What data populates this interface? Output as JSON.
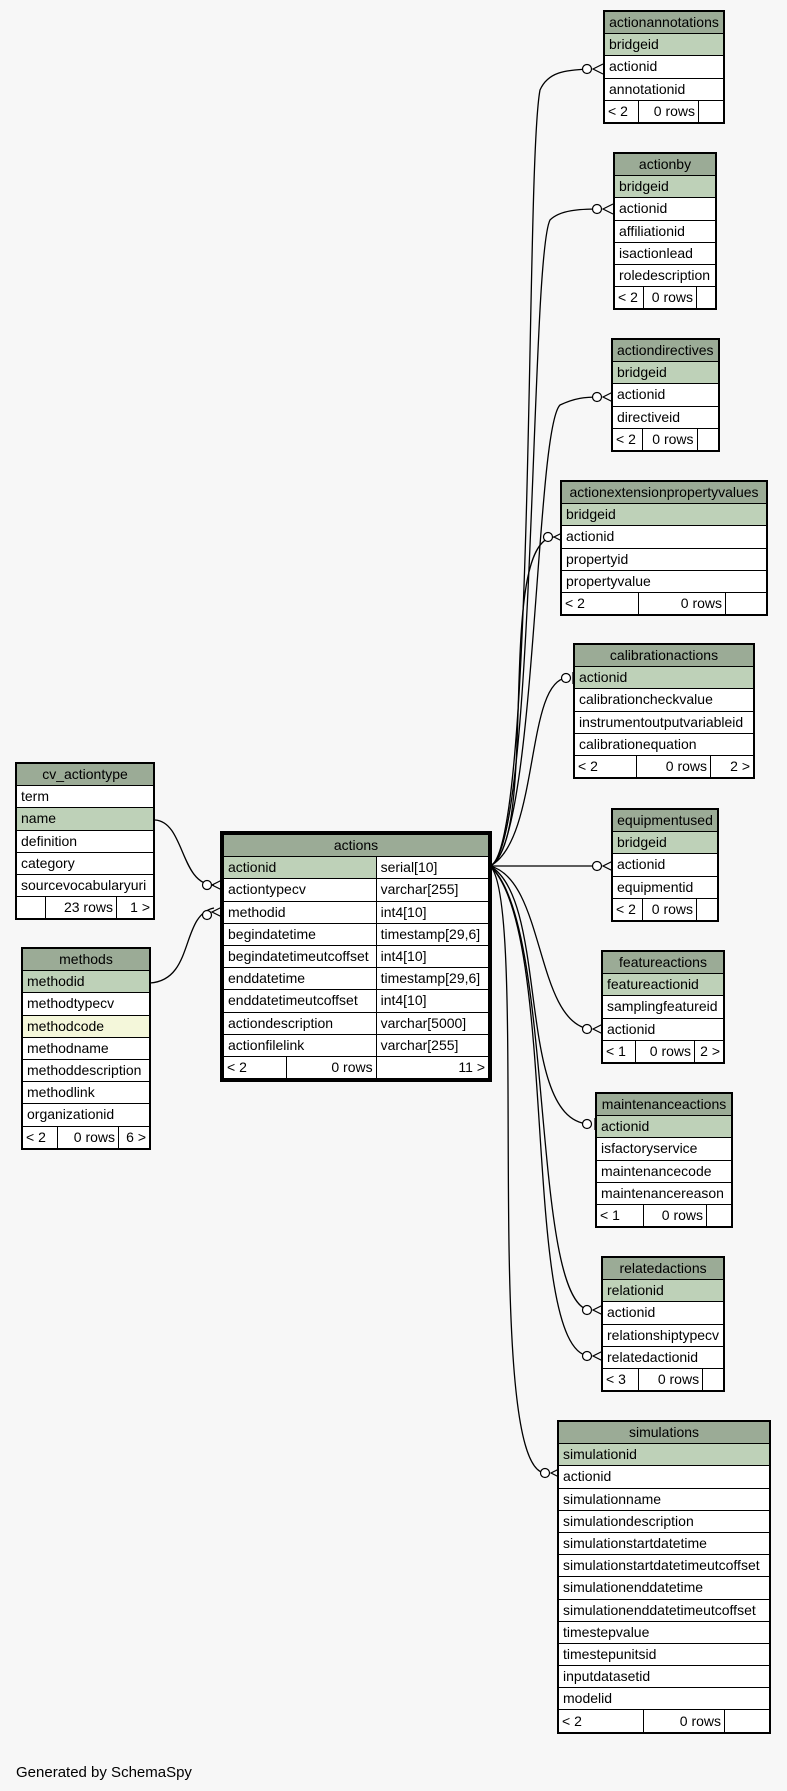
{
  "footer": "Generated by SchemaSpy",
  "tables": {
    "actionannotations": {
      "title": "actionannotations",
      "rows": [
        "bridgeid",
        "actionid",
        "annotationid"
      ],
      "foot": [
        "< 2",
        "0 rows",
        ""
      ]
    },
    "actionby": {
      "title": "actionby",
      "rows": [
        "bridgeid",
        "actionid",
        "affiliationid",
        "isactionlead",
        "roledescription"
      ],
      "foot": [
        "< 2",
        "0 rows",
        ""
      ]
    },
    "actiondirectives": {
      "title": "actiondirectives",
      "rows": [
        "bridgeid",
        "actionid",
        "directiveid"
      ],
      "foot": [
        "< 2",
        "0 rows",
        ""
      ]
    },
    "actionextensionpropertyvalues": {
      "title": "actionextensionpropertyvalues",
      "rows": [
        "bridgeid",
        "actionid",
        "propertyid",
        "propertyvalue"
      ],
      "foot": [
        "< 2",
        "0 rows",
        ""
      ]
    },
    "calibrationactions": {
      "title": "calibrationactions",
      "rows": [
        "actionid",
        "calibrationcheckvalue",
        "instrumentoutputvariableid",
        "calibrationequation"
      ],
      "foot": [
        "< 2",
        "0 rows",
        "2 >"
      ]
    },
    "equipmentused": {
      "title": "equipmentused",
      "rows": [
        "bridgeid",
        "actionid",
        "equipmentid"
      ],
      "foot": [
        "< 2",
        "0 rows",
        ""
      ]
    },
    "featureactions": {
      "title": "featureactions",
      "rows": [
        "featureactionid",
        "samplingfeatureid",
        "actionid"
      ],
      "foot": [
        "< 1",
        "0 rows",
        "2 >"
      ]
    },
    "maintenanceactions": {
      "title": "maintenanceactions",
      "rows": [
        "actionid",
        "isfactoryservice",
        "maintenancecode",
        "maintenancereason"
      ],
      "foot": [
        "< 1",
        "0 rows",
        ""
      ]
    },
    "relatedactions": {
      "title": "relatedactions",
      "rows": [
        "relationid",
        "actionid",
        "relationshiptypecv",
        "relatedactionid"
      ],
      "foot": [
        "< 3",
        "0 rows",
        ""
      ]
    },
    "simulations": {
      "title": "simulations",
      "rows": [
        "simulationid",
        "actionid",
        "simulationname",
        "simulationdescription",
        "simulationstartdatetime",
        "simulationstartdatetimeutcoffset",
        "simulationenddatetime",
        "simulationenddatetimeutcoffset",
        "timestepvalue",
        "timestepunitsid",
        "inputdatasetid",
        "modelid"
      ],
      "foot": [
        "< 2",
        "0 rows",
        ""
      ]
    },
    "cv_actiontype": {
      "title": "cv_actiontype",
      "rows": [
        "term",
        "name",
        "definition",
        "category",
        "sourcevocabularyuri"
      ],
      "foot": [
        "",
        "23 rows",
        "1 >"
      ]
    },
    "methods": {
      "title": "methods",
      "rows": [
        "methodid",
        "methodtypecv",
        "methodcode",
        "methodname",
        "methoddescription",
        "methodlink",
        "organizationid"
      ],
      "foot": [
        "< 2",
        "0 rows",
        "6 >"
      ]
    },
    "actions": {
      "title": "actions",
      "rows": [
        {
          "name": "actionid",
          "type": "serial[10]"
        },
        {
          "name": "actiontypecv",
          "type": "varchar[255]"
        },
        {
          "name": "methodid",
          "type": "int4[10]"
        },
        {
          "name": "begindatetime",
          "type": "timestamp[29,6]"
        },
        {
          "name": "begindatetimeutcoffset",
          "type": "int4[10]"
        },
        {
          "name": "enddatetime",
          "type": "timestamp[29,6]"
        },
        {
          "name": "enddatetimeutcoffset",
          "type": "int4[10]"
        },
        {
          "name": "actiondescription",
          "type": "varchar[5000]"
        },
        {
          "name": "actionfilelink",
          "type": "varchar[255]"
        }
      ],
      "foot": [
        "< 2",
        "0 rows",
        "11 >"
      ]
    }
  }
}
